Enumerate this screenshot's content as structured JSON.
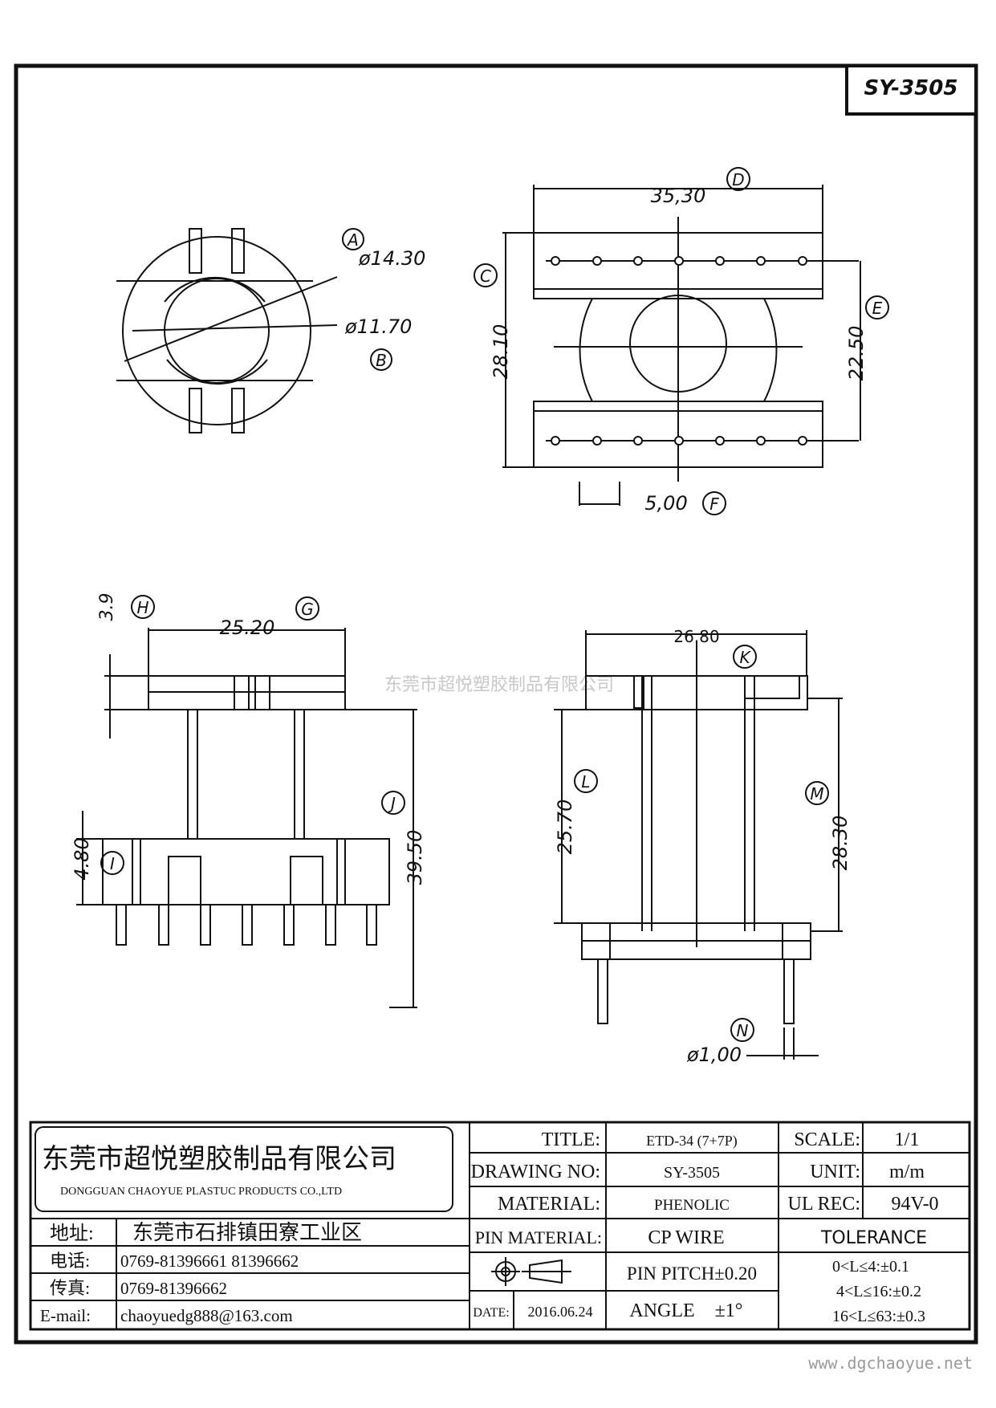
{
  "model": "SY-3505",
  "views": {
    "top_left": {
      "labels": [
        "A",
        "B"
      ],
      "dims": [
        "ø14.30",
        "ø11.70"
      ]
    },
    "top_right": {
      "labels": [
        "C",
        "D",
        "E",
        "F"
      ],
      "dims": [
        "28.10",
        "35,30",
        "22.50",
        "5,00"
      ]
    },
    "bottom_left": {
      "labels": [
        "G",
        "H",
        "I",
        "J"
      ],
      "dims": [
        "25.20",
        "3.9",
        "4.80",
        "39.50"
      ]
    },
    "bottom_right": {
      "labels": [
        "K",
        "L",
        "M",
        "N"
      ],
      "dims": [
        "26.80",
        "25.70",
        "28.30",
        "ø1,00"
      ]
    }
  },
  "watermark": "东莞市超悦塑胶制品有限公司",
  "company": {
    "name_cn": "东莞市超悦塑胶制品有限公司",
    "name_en": "DONGGUAN CHAOYUE PLASTUC PRODUCTS CO.,LTD"
  },
  "contact": [
    {
      "label": "地址:",
      "value": "东莞市石排镇田寮工业区"
    },
    {
      "label": "电话:",
      "value": "0769-81396661   81396662"
    },
    {
      "label": "传真:",
      "value": "0769-81396662"
    },
    {
      "label": "E-mail:",
      "value": "chaoyuedg888@163.com"
    }
  ],
  "title_block": {
    "title_label": "TITLE:",
    "title_value": "ETD-34 (7+7P)",
    "drawing_no_label": "DRAWING NO:",
    "drawing_no_value": "SY-3505",
    "material_label": "MATERIAL:",
    "material_value": "PHENOLIC",
    "pin_material_label": "PIN MATERIAL:",
    "pin_material_value": "CP WIRE",
    "pin_pitch": "PIN PITCH±0.20",
    "date_label": "DATE:",
    "date_value": "2016.06.24",
    "angle_label": "ANGLE",
    "angle_value": "±1°",
    "scale_label": "SCALE:",
    "scale_value": "1/1",
    "unit_label": "UNIT:",
    "unit_value": "m/m",
    "ul_label": "UL REC:",
    "ul_value": "94V-0",
    "tolerance_label": "TOLERANCE",
    "tolerances": [
      "0<L≤4:±0.1",
      "4<L≤16:±0.2",
      "16<L≤63:±0.3"
    ]
  },
  "website": "www.dgchaoyue.net"
}
